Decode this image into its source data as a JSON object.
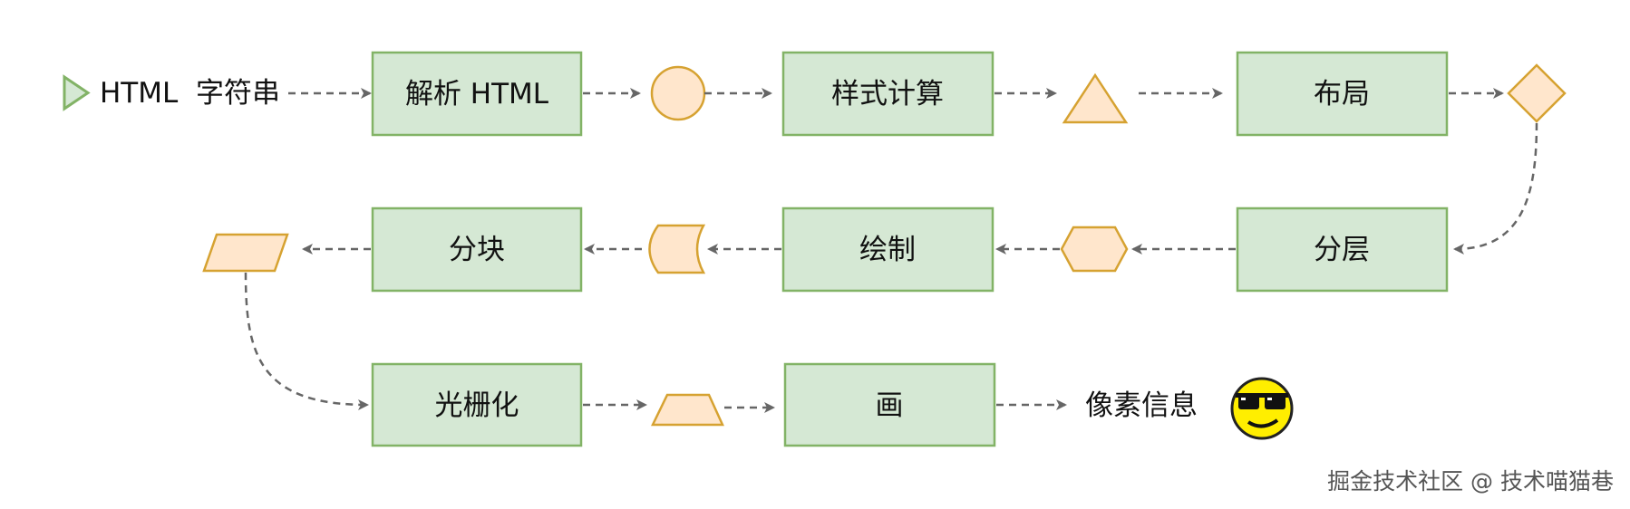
{
  "diagram": {
    "start_label": "HTML  字符串",
    "end_label": "像素信息",
    "steps": [
      {
        "id": "parse",
        "label": "解析 HTML"
      },
      {
        "id": "style",
        "label": "样式计算"
      },
      {
        "id": "layout",
        "label": "布局"
      },
      {
        "id": "layer",
        "label": "分层"
      },
      {
        "id": "paint",
        "label": "绘制"
      },
      {
        "id": "tile",
        "label": "分块"
      },
      {
        "id": "raster",
        "label": "光栅化"
      },
      {
        "id": "draw",
        "label": "画"
      }
    ],
    "connector_shapes": [
      "circle",
      "triangle",
      "diamond",
      "hexagon",
      "stored-data",
      "parallelogram",
      "trapezoid"
    ],
    "end_icon": "cool-smiley-sunglasses-icon"
  },
  "watermark": "掘金技术社区 @ 技术喵猫巷",
  "colors": {
    "box_fill": "#d5e8d4",
    "box_stroke": "#82b366",
    "shape_fill": "#ffe6cc",
    "shape_stroke": "#d6a231",
    "arrow": "#666666",
    "start_triangle_fill": "#d5e8d4",
    "start_triangle_stroke": "#82b366",
    "smiley_face": "#ffee00"
  }
}
